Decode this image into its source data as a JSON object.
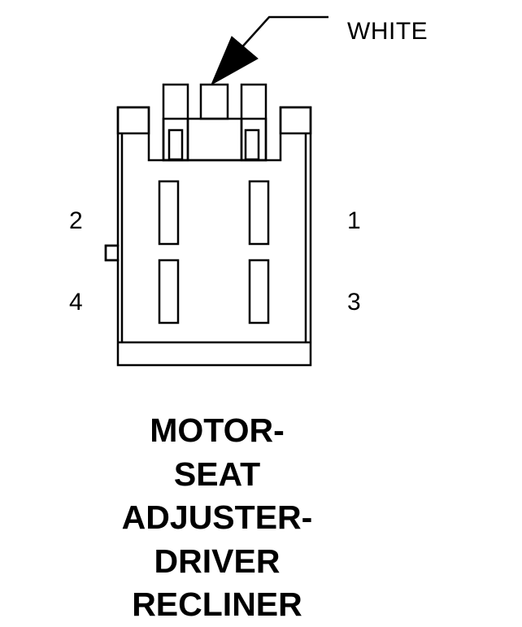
{
  "callout": {
    "label": "WHITE"
  },
  "pins": {
    "pin_1": "1",
    "pin_2": "2",
    "pin_3": "3",
    "pin_4": "4"
  },
  "title": {
    "lines": [
      "MOTOR-",
      "SEAT",
      "ADJUSTER-",
      "DRIVER",
      "RECLINER"
    ]
  },
  "colors": {
    "line": "#000000",
    "background": "#ffffff"
  }
}
